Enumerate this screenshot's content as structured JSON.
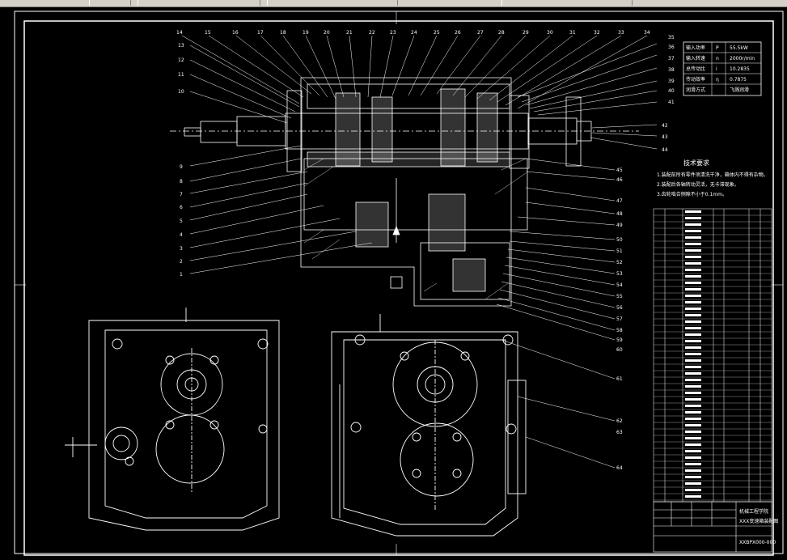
{
  "window": {
    "toolbar_items": [
      {
        "label": ""
      },
      {
        "label": ""
      },
      {
        "label": ""
      },
      {
        "label": ""
      }
    ]
  },
  "drawing": {
    "spec_title": "技术要求",
    "spec_lines": [
      "1.装配前所有零件须清洗干净，箱体内不得有杂物。",
      "2.装配后各轴转动灵活，无卡滞现象。",
      "3.齿轮啮合侧隙不小于0.1mm。"
    ],
    "params": [
      {
        "name": "输入功率",
        "sym": "P",
        "val": "55.5kW"
      },
      {
        "name": "输入转速",
        "sym": "n",
        "val": "2000r/min"
      },
      {
        "name": "总传动比",
        "sym": "i",
        "val": "10.2835"
      },
      {
        "name": "传动效率",
        "sym": "η",
        "val": "0.7875"
      },
      {
        "name": "润滑方式",
        "sym": "",
        "val": "飞溅润滑"
      }
    ],
    "title_block": {
      "school": "机械工程学院",
      "name": "XXX变速箱装配图",
      "drawing_no": "XXBPX000-000"
    },
    "labels_top": [
      "14",
      "15",
      "16",
      "17",
      "18",
      "19",
      "20",
      "21",
      "22",
      "23",
      "24",
      "25",
      "26",
      "27",
      "28",
      "29",
      "30",
      "31",
      "32",
      "33",
      "34"
    ],
    "labels_left": [
      "13",
      "12",
      "11",
      "10",
      "9",
      "8",
      "7",
      "6",
      "5",
      "4",
      "3",
      "2",
      "1"
    ],
    "labels_right": [
      "35",
      "36",
      "37",
      "38",
      "39",
      "40",
      "41",
      "42",
      "43",
      "44",
      "45",
      "46",
      "47",
      "48",
      "49",
      "50",
      "51",
      "52",
      "53",
      "54",
      "55",
      "56",
      "57",
      "58",
      "59",
      "60"
    ],
    "labels_bottom_right": [
      "61",
      "62",
      "63",
      "64"
    ]
  }
}
